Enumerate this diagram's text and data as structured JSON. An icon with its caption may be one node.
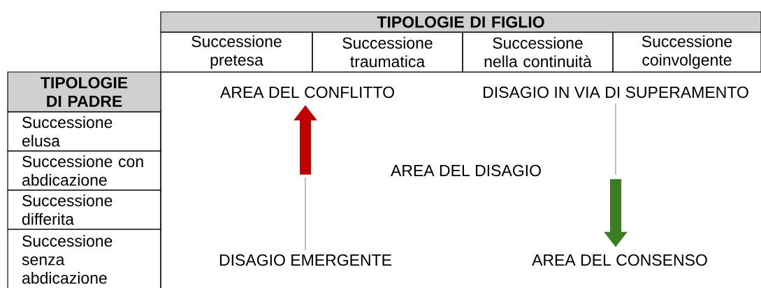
{
  "diagram": {
    "nodes": [
      {
        "text": [
          "TIPOLOGIE DI FIGLIO"
        ]
      },
      {
        "text": [
          "Successione pretesa"
        ]
      },
      {
        "text": [
          "Successione traumatica"
        ]
      },
      {
        "text": [
          "Successione nella continuità"
        ]
      },
      {
        "text": [
          "Successione coinvolgente"
        ]
      },
      {
        "text": [
          "TIPOLOGIE DI PADRE"
        ]
      },
      {
        "text": [
          "Successione elusa"
        ]
      },
      {
        "text": [
          "Successione con abdicazione"
        ]
      },
      {
        "text": [
          "Successione differita"
        ]
      },
      {
        "text": [
          "Successione senza abdicazione"
        ]
      },
      {
        "text": [
          "AREA DEL CONFLITTO"
        ]
      },
      {
        "text": [
          "DISAGIO IN VIA DI SUPERAMENTO"
        ]
      },
      {
        "text": [
          "AREA DEL DISAGIO"
        ]
      },
      {
        "text": [
          "DISAGIO EMERGENTE"
        ]
      },
      {
        "text": [
          "AREA DEL CONSENSO"
        ]
      }
    ],
    "edges": [
      {
        "from": 13,
        "to": 10,
        "arrow": "to"
      },
      {
        "from": 11,
        "to": 14,
        "arrow": "to"
      }
    ]
  }
}
